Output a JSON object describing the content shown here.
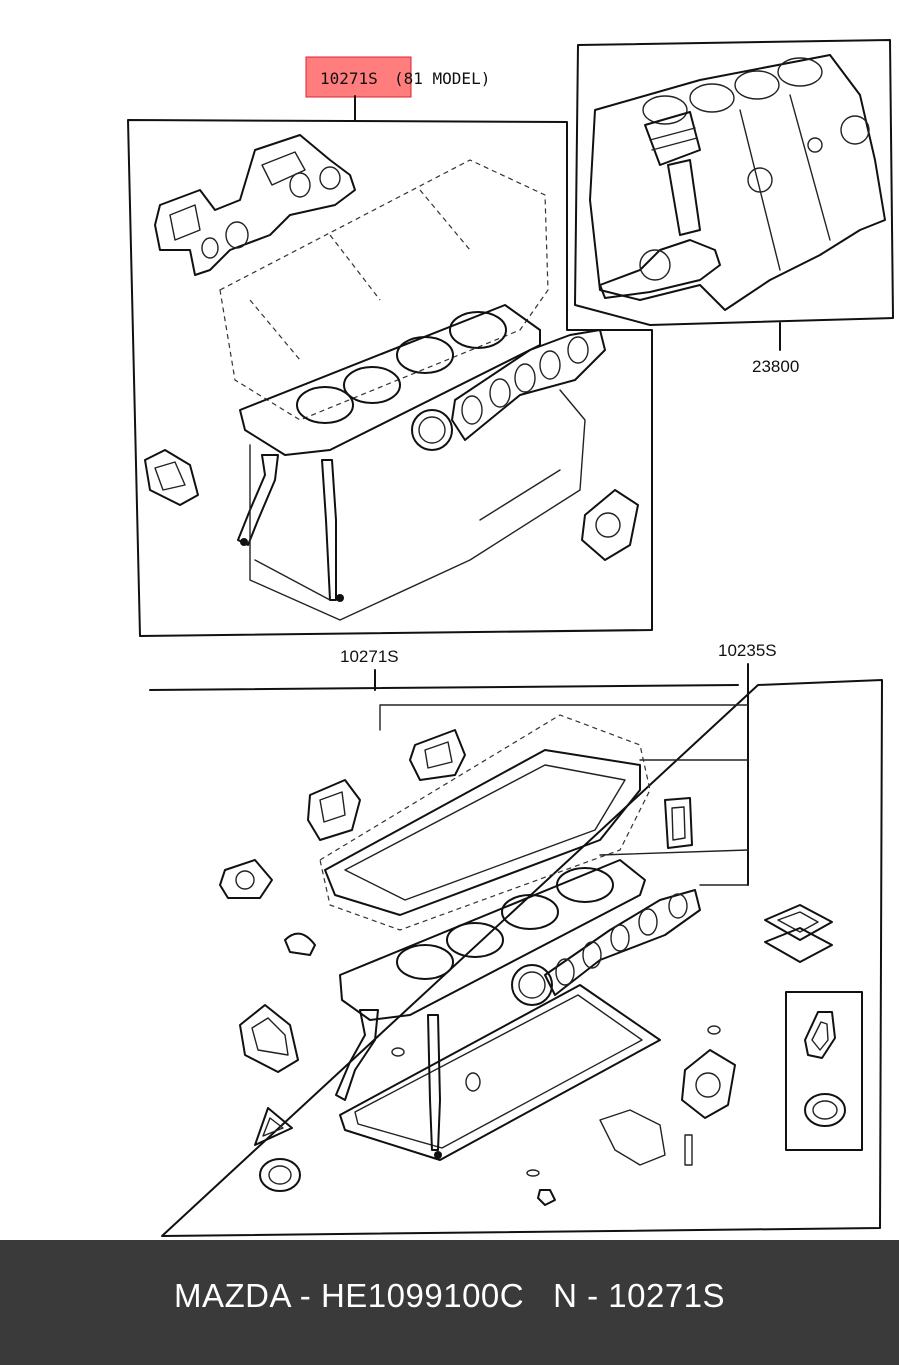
{
  "callouts": {
    "top_kit_code": "10271S",
    "top_kit_note": "(81 MODEL)",
    "block_code": "23800",
    "bottom_kit_code": "10271S",
    "head_set_code": "10235S"
  },
  "colors": {
    "highlight": "#ff5c5c",
    "footer_bg": "#3a3a3a",
    "footer_text": "#ffffff"
  },
  "footer": {
    "caption": "MAZDA - HE1099100C   N - 10271S"
  }
}
